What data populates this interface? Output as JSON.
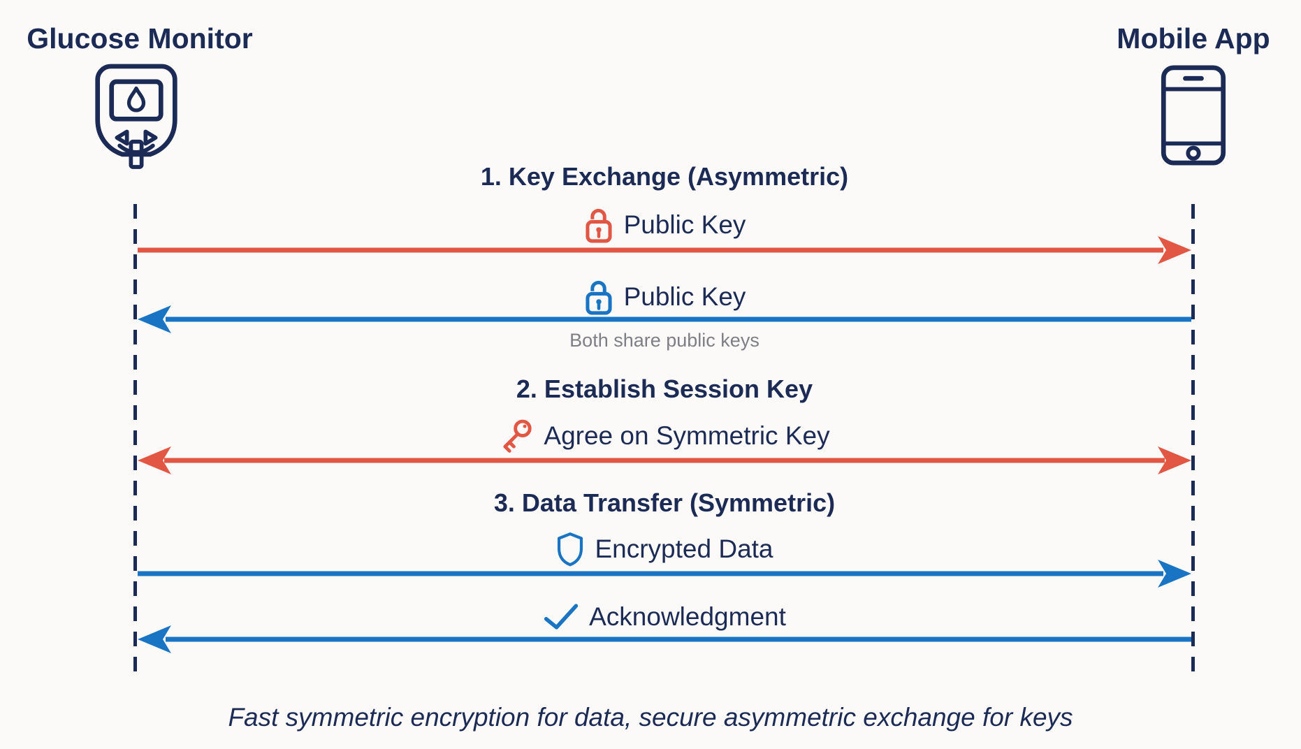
{
  "colors": {
    "navy": "#1c2b55",
    "red": "#e15744",
    "blue": "#1a74c4",
    "gray": "#7e7e85",
    "bg": "#fbfaf8"
  },
  "actors": [
    {
      "name": "Glucose Monitor",
      "icon": "glucose-meter-icon"
    },
    {
      "name": "Mobile App",
      "icon": "smartphone-icon"
    }
  ],
  "sections": [
    {
      "title": "1. Key Exchange (Asymmetric)"
    },
    {
      "title": "2. Establish Session Key"
    },
    {
      "title": "3. Data Transfer (Symmetric)"
    }
  ],
  "messages": [
    {
      "label": "Public Key",
      "icon": "lock-icon",
      "color": "#e15744",
      "direction": "right"
    },
    {
      "label": "Public Key",
      "icon": "lock-icon",
      "color": "#1a74c4",
      "direction": "left",
      "note": "Both share public keys"
    },
    {
      "label": "Agree on Symmetric Key",
      "icon": "key-icon",
      "color": "#e15744",
      "direction": "both"
    },
    {
      "label": "Encrypted Data",
      "icon": "shield-icon",
      "color": "#1a74c4",
      "direction": "right"
    },
    {
      "label": "Acknowledgment",
      "icon": "check-icon",
      "color": "#1a74c4",
      "direction": "left"
    }
  ],
  "caption": "Fast symmetric encryption for data, secure asymmetric exchange for keys"
}
